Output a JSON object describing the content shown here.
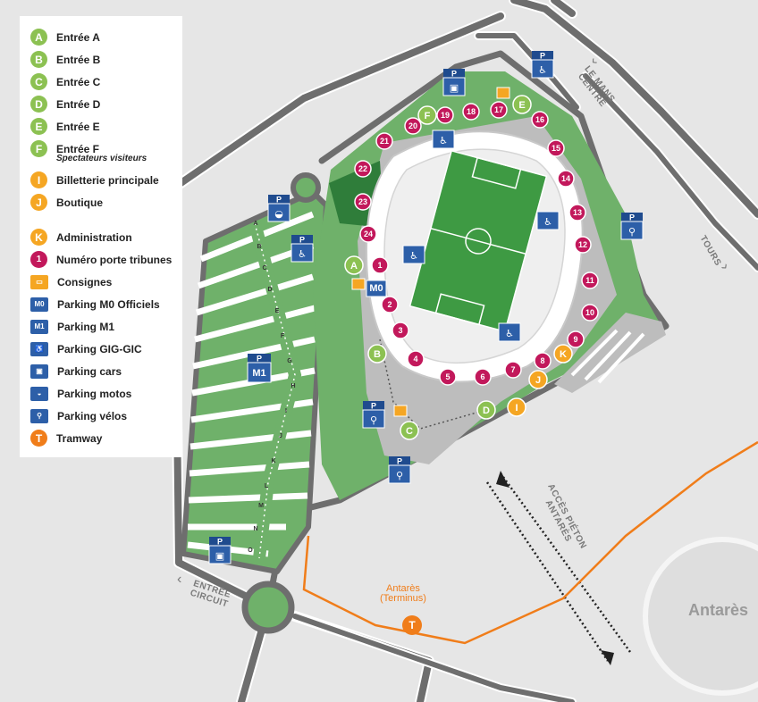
{
  "legend": {
    "entries": [
      {
        "key": "A",
        "label": "Entrée A",
        "color": "#8cc152",
        "icon": "letter-badge"
      },
      {
        "key": "B",
        "label": "Entrée B",
        "color": "#8cc152",
        "icon": "letter-badge"
      },
      {
        "key": "C",
        "label": "Entrée C",
        "color": "#8cc152",
        "icon": "letter-badge"
      },
      {
        "key": "D",
        "label": "Entrée D",
        "color": "#8cc152",
        "icon": "letter-badge"
      },
      {
        "key": "E",
        "label": "Entrée E",
        "color": "#8cc152",
        "icon": "letter-badge"
      },
      {
        "key": "F",
        "label": "Entrée F",
        "sub": "Spectateurs visiteurs",
        "color": "#8cc152",
        "icon": "letter-badge"
      },
      {
        "key": "I",
        "label": "Billetterie principale",
        "color": "#f5a623",
        "icon": "letter-badge"
      },
      {
        "key": "J",
        "label": "Boutique",
        "color": "#f5a623",
        "icon": "letter-badge"
      }
    ],
    "entries2": [
      {
        "key": "K",
        "label": "Administration",
        "color": "#f5a623",
        "icon": "letter-badge"
      },
      {
        "key": "1",
        "label": "Numéro porte tribunes",
        "color": "#c2185b",
        "icon": "door-badge"
      },
      {
        "key": "",
        "label": "Consignes",
        "icon": "locker-icon"
      },
      {
        "key": "M0",
        "label": "Parking M0 Officiels",
        "icon": "parking-m0-icon"
      },
      {
        "key": "M1",
        "label": "Parking M1",
        "icon": "parking-m1-icon"
      },
      {
        "key": "",
        "label": "Parking GIG-GIC",
        "icon": "wheelchair-icon"
      },
      {
        "key": "",
        "label": "Parking cars",
        "icon": "bus-icon"
      },
      {
        "key": "",
        "label": "Parking motos",
        "icon": "helmet-icon"
      },
      {
        "key": "",
        "label": "Parking vélos",
        "icon": "bike-icon"
      },
      {
        "key": "T",
        "label": "Tramway",
        "color": "#f07d1a",
        "icon": "tram-badge"
      }
    ]
  },
  "map": {
    "labels": {
      "le_mans_1": "LE MANS",
      "le_mans_2": "CENTRE",
      "tours": "TOURS",
      "acces_1": "ACCÈS PIÉTON",
      "acces_2": "ANTARÈS",
      "entree_1": "ENTRÉE",
      "entree_2": "CIRCUIT",
      "antares_tram_1": "Antarès",
      "antares_tram_2": "(Terminus)",
      "antares_big": "Antarès",
      "tram_key": "T",
      "parking_letter": "P",
      "m1": "M1",
      "m0": "M0"
    },
    "doors": [
      "1",
      "2",
      "3",
      "4",
      "5",
      "6",
      "7",
      "8",
      "9",
      "10",
      "11",
      "12",
      "13",
      "14",
      "15",
      "16",
      "17",
      "18",
      "19",
      "20",
      "21",
      "22",
      "23",
      "24"
    ],
    "entrances": {
      "A": "A",
      "B": "B",
      "C": "C",
      "D": "D",
      "E": "E",
      "F": "F",
      "I": "I",
      "J": "J",
      "K": "K"
    },
    "aisle_letters": [
      "A",
      "B",
      "C",
      "D",
      "E",
      "F",
      "G",
      "H",
      "I",
      "J",
      "K",
      "L",
      "M",
      "N",
      "O"
    ],
    "colors": {
      "green_entrance": "#8cc152",
      "magenta_door": "#c2185b",
      "orange": "#f5a623",
      "tram": "#f07d1a",
      "parking_blue": "#2d5fa8",
      "pitch": "#3e9a43",
      "grass": "#6fb16a",
      "road": "#6e6e6e"
    }
  }
}
